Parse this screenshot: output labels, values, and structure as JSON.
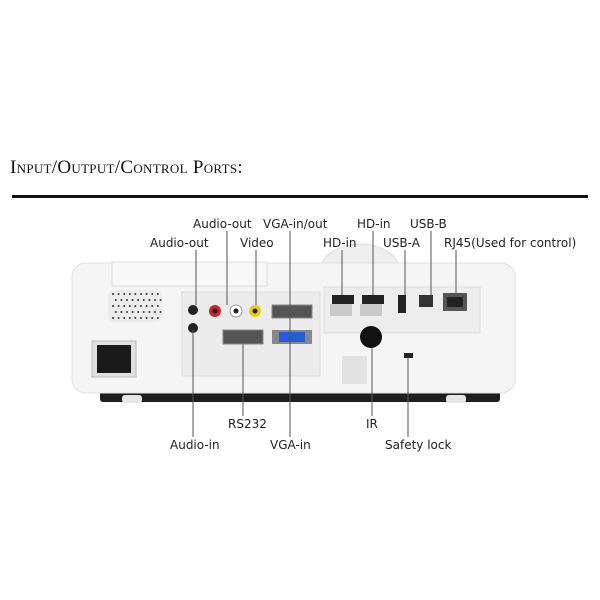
{
  "title": "Input/Output/Control Ports:",
  "colors": {
    "body": "#f4f4f4",
    "panel": "#e9e9e9",
    "leader": "#555555",
    "vga_blue": "#2a5bd7"
  },
  "labels": {
    "audio_out_top": "Audio-out",
    "vga_in_out": "VGA-in/out",
    "hd_in_top": "HD-in",
    "usb_b": "USB-B",
    "audio_out": "Audio-out",
    "video": "Video",
    "hd_in": "HD-in",
    "usb_a": "USB-A",
    "rj45": "RJ45(Used for control)",
    "rs232": "RS232",
    "ir": "IR",
    "audio_in": "Audio-in",
    "vga_in": "VGA-in",
    "safety_lock": "Safety lock"
  }
}
